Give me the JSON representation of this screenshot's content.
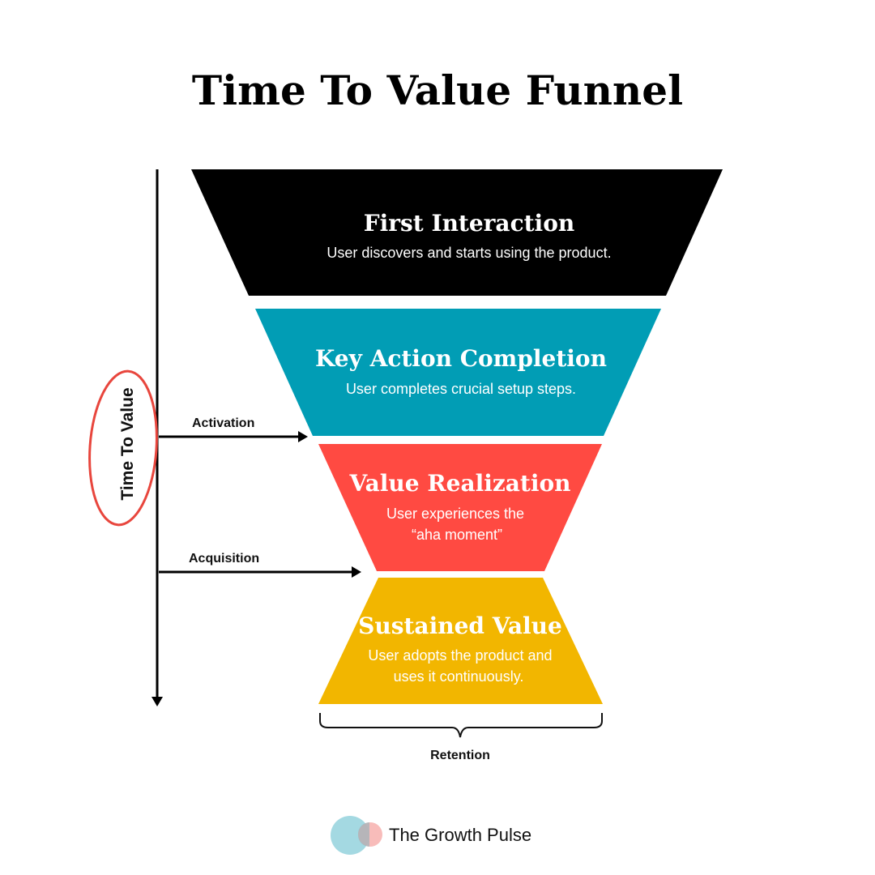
{
  "title": "Time To Value Funnel",
  "stages": [
    {
      "title": "First Interaction",
      "desc": [
        "User discovers and starts using the product."
      ],
      "color": "#000000"
    },
    {
      "title": "Key Action Completion",
      "desc": [
        "User completes crucial setup steps."
      ],
      "color": "#019db5"
    },
    {
      "title": "Value Realization",
      "desc": [
        "User experiences the",
        "“aha moment”"
      ],
      "color": "#ff4a42"
    },
    {
      "title": "Sustained Value",
      "desc": [
        "User adopts the product and",
        "uses it continuously."
      ],
      "color": "#f2b600"
    }
  ],
  "axis_label": "Time To Value",
  "arrows": {
    "activation": "Activation",
    "acquisition": "Acquisition"
  },
  "retention_label": "Retention",
  "brand": {
    "name": "The Growth Pulse"
  },
  "colors": {
    "circle_highlight": "#e8463d",
    "line": "#000000"
  }
}
